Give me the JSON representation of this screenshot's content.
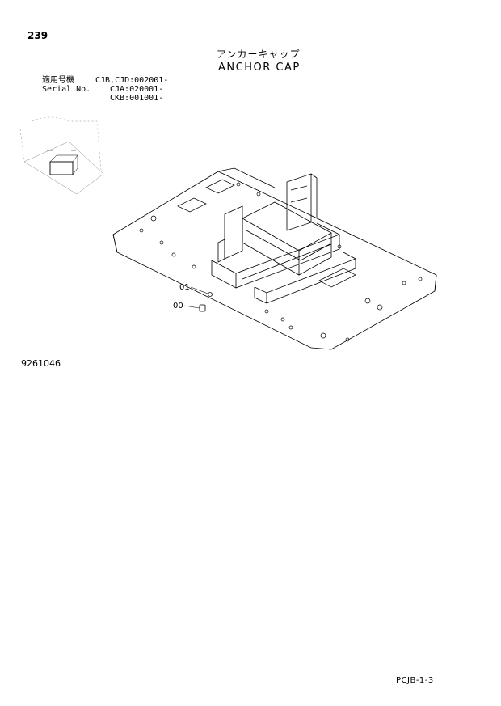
{
  "page": {
    "number": "239",
    "doc_number": "9261046",
    "code": "PCJB-1-3"
  },
  "title": {
    "jp": "アンカーキャップ",
    "en": "ANCHOR CAP"
  },
  "serial": {
    "label_jp": "適用号機",
    "label_en": "Serial No.",
    "line1": "CJB,CJD:002001-",
    "line2": "CJA:020001-",
    "line3": "CKB:001001-"
  },
  "callouts": {
    "a": "01",
    "b": "00"
  }
}
